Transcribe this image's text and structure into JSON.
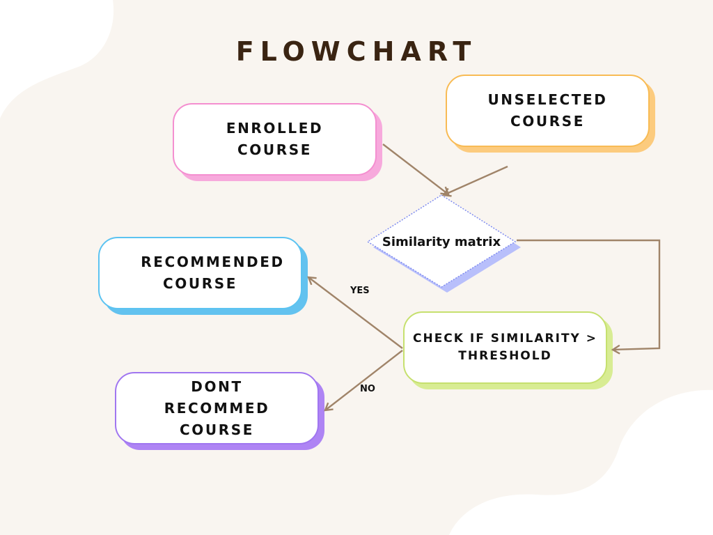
{
  "title": "FLOWCHART",
  "nodes": {
    "enrolled": {
      "lines": [
        "ENROLLED",
        "COURSE"
      ],
      "color": "#f48fd0",
      "shadow": "#f7a9dc"
    },
    "unselected": {
      "lines": [
        "UNSELECTED",
        "COURSE"
      ],
      "color": "#f8bb54",
      "shadow": "#fccb7e"
    },
    "similarity": {
      "label": "Similarity matrix",
      "color": "#7f8cf0",
      "shadow": "#b8bffb"
    },
    "check": {
      "lines": [
        "CHECK IF SIMILARITY >",
        "THRESHOLD"
      ],
      "color": "#c6e06e",
      "shadow": "#d8ec93"
    },
    "recommended": {
      "lines": [
        "RECOMMENDED",
        "COURSE"
      ],
      "color": "#5cc3f1",
      "shadow": "#63c2ef"
    },
    "dont": {
      "lines": [
        "DONT",
        "RECOMMED",
        "COURSE"
      ],
      "color": "#a076f0",
      "shadow": "#ae84f4"
    }
  },
  "edge_labels": {
    "yes": "YES",
    "no": "NO"
  },
  "colors": {
    "background": "#f9f5f0",
    "blob": "#ffffff",
    "arrow": "#a08469",
    "title": "#3a2412"
  }
}
